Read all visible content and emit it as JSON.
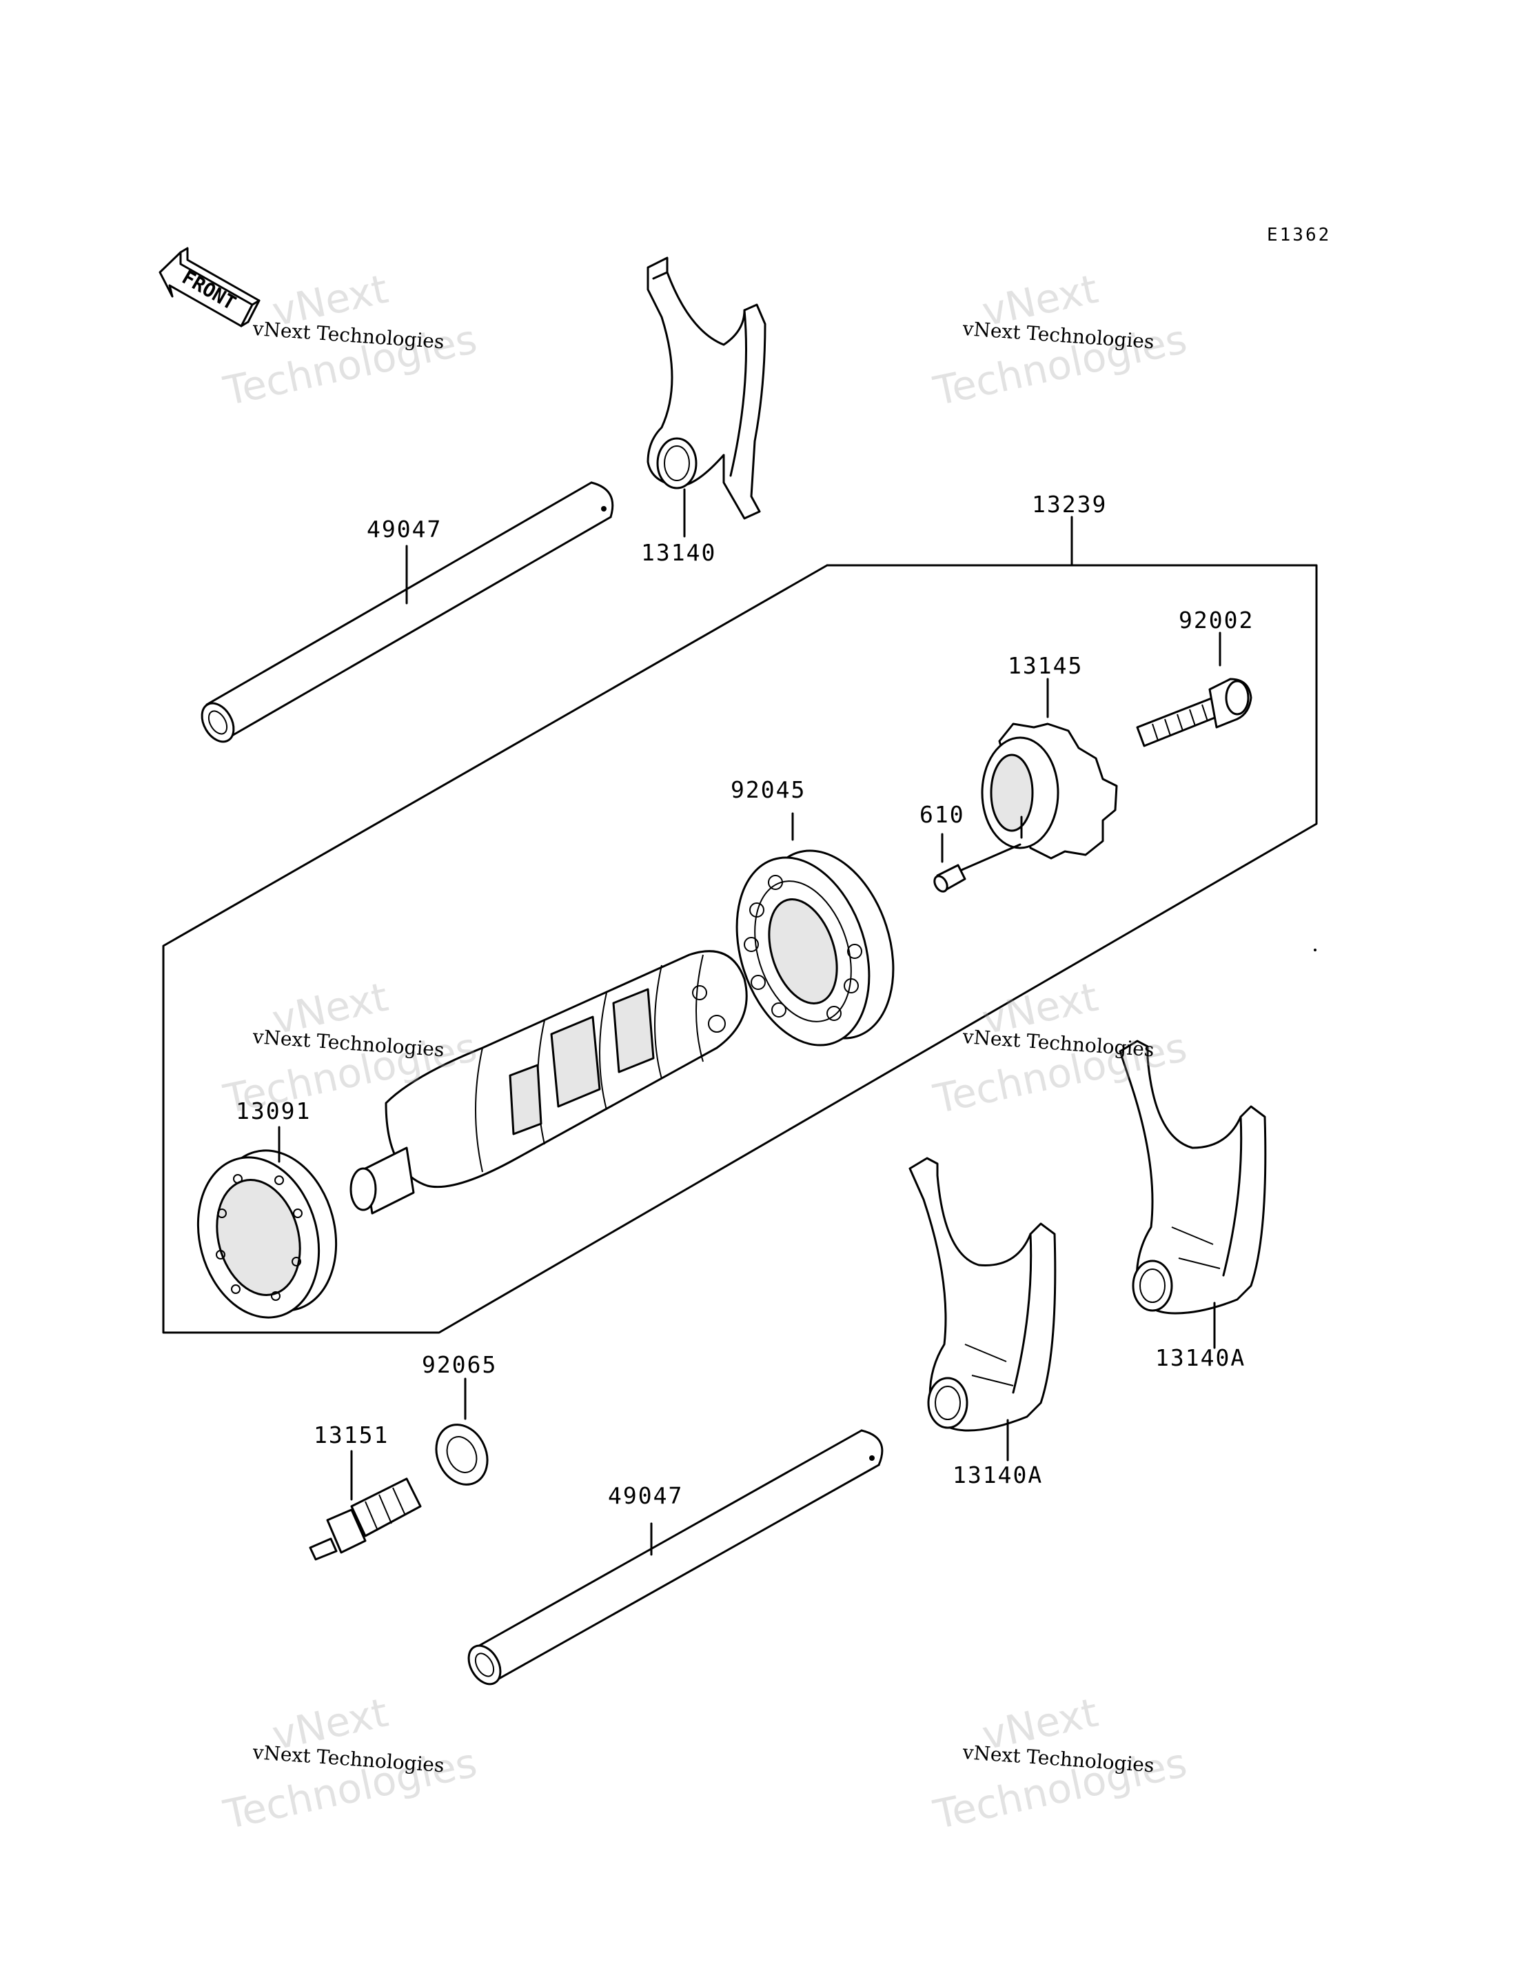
{
  "diagram_code": "E1362",
  "front_label": "FRONT",
  "watermark": {
    "small": "vNext Technologies",
    "big_top": "vNext",
    "big_bottom": "Technologies"
  },
  "parts": {
    "shaft_upper": "49047",
    "fork_top": "13140",
    "drum_assembly": "13239",
    "bolt": "92002",
    "drum_cam": "13145",
    "bearing_ball": "92045",
    "pin": "610",
    "bearing_needle": "13091",
    "washer": "92065",
    "switch": "13151",
    "shaft_lower": "49047",
    "fork_lower_mid": "13140A",
    "fork_lower_right": "13140A"
  }
}
